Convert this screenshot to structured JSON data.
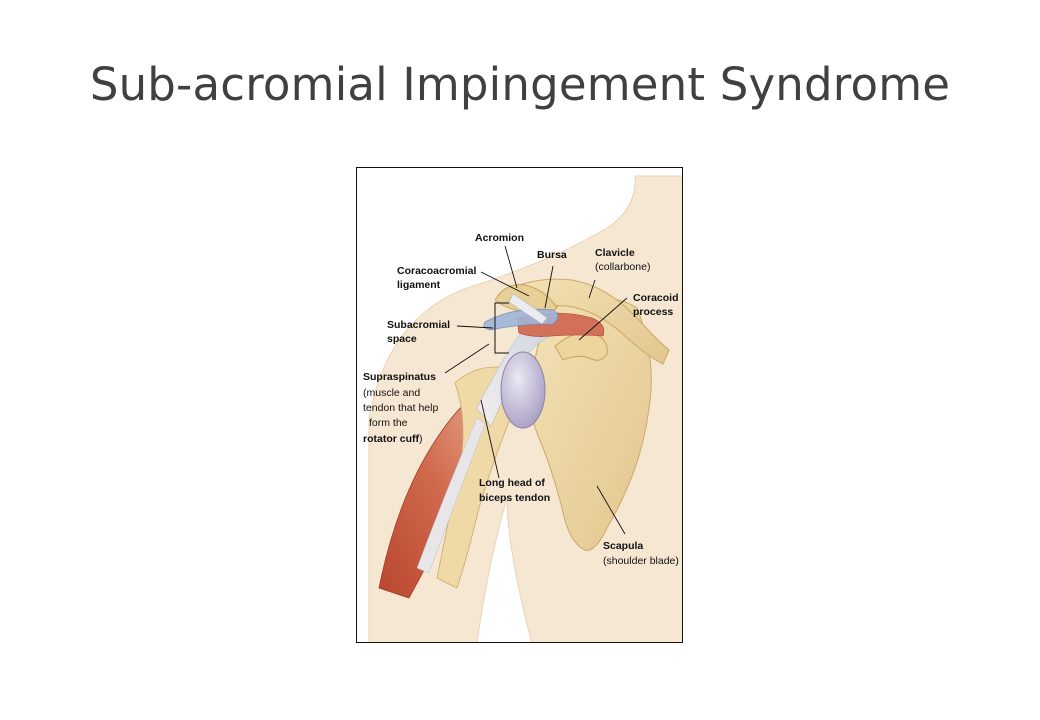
{
  "slide": {
    "title": "Sub-acromial Impingement Syndrome"
  },
  "figure": {
    "labels": {
      "acromion": "Acromion",
      "bursa": "Bursa",
      "clavicle": "Clavicle",
      "clavicle_note": "(collarbone)",
      "coracoacromial_1": "Coracoacromial",
      "coracoacromial_2": "ligament",
      "coracoid_1": "Coracoid",
      "coracoid_2": "process",
      "subacromial_1": "Subacromial",
      "subacromial_2": "space",
      "supraspinatus": "Supraspinatus",
      "supraspinatus_note_1": "(muscle and",
      "supraspinatus_note_2": "tendon that help",
      "supraspinatus_note_3": "form the",
      "rotator_cuff": "rotator cuff",
      "rotator_cuff_close": ")",
      "biceps_1": "Long head of",
      "biceps_2": "biceps tendon",
      "scapula": "Scapula",
      "scapula_note": "(shoulder blade)"
    },
    "colors": {
      "skin": "#f6e7d3",
      "bone": "#efd9a6",
      "bone_shadow": "#d9b87a",
      "muscle": "#c8593f",
      "tendon": "#dfe2ea",
      "bursa": "#9fb6d8",
      "humeral_head": "#c9c2dc"
    }
  }
}
